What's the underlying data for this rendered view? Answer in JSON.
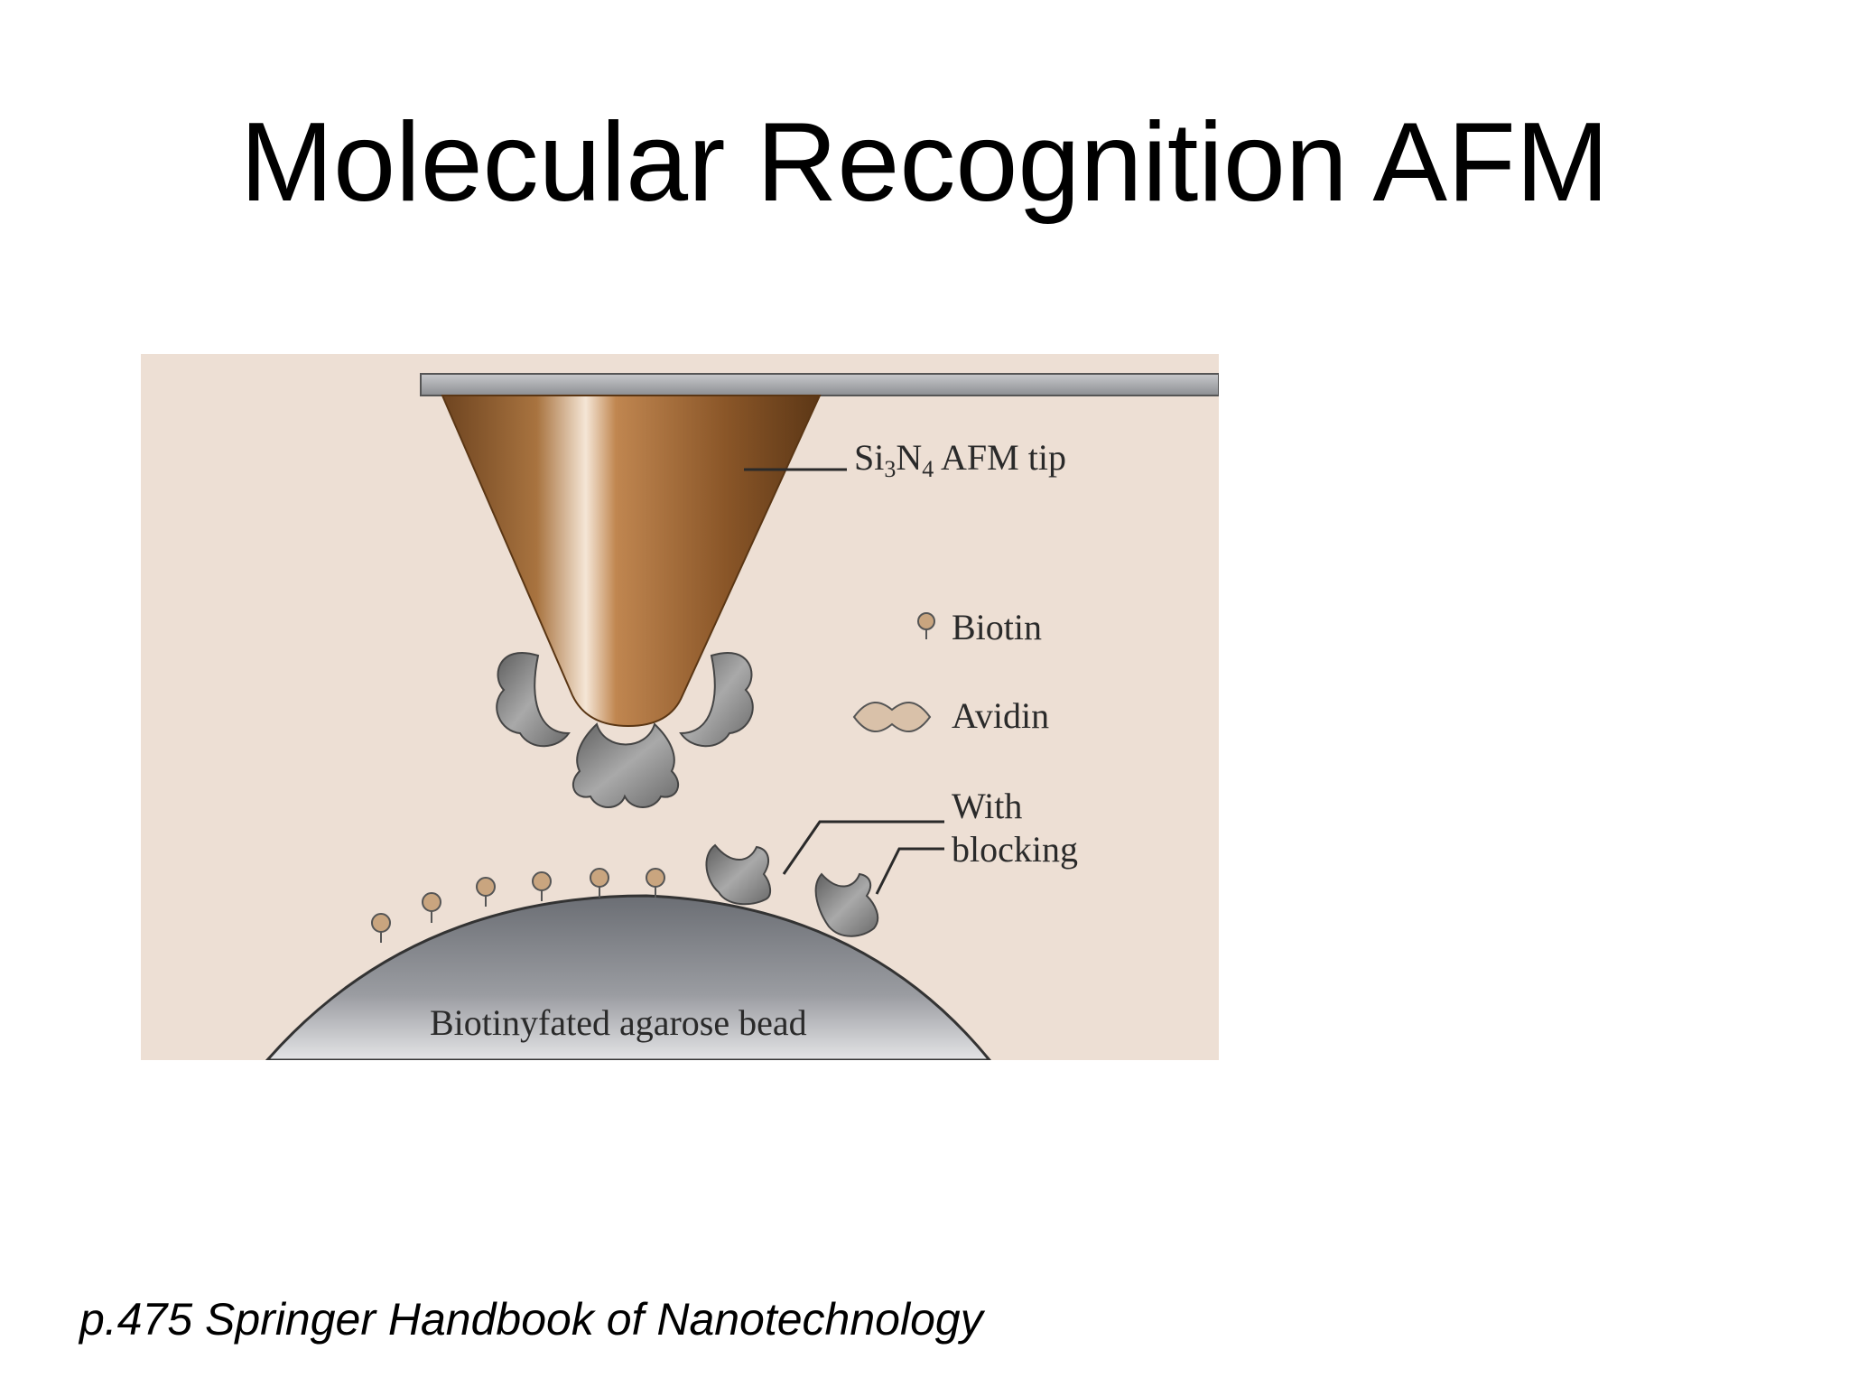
{
  "slide": {
    "title": "Molecular Recognition AFM",
    "source": "p.475 Springer Handbook of Nanotechnology"
  },
  "figure": {
    "tip_label_si": "Si",
    "tip_label_sub1": "3",
    "tip_label_n": "N",
    "tip_label_sub2": "4",
    "tip_label_rest": " AFM tip",
    "legend_biotin": "Biotin",
    "legend_avidin": "Avidin",
    "blocking_line1": "With",
    "blocking_line2": "blocking",
    "bead_label": "Biotinyfated agarose bead",
    "colors": {
      "background": "#eddfd4",
      "tip": "#8b5a2b",
      "avidin": "#8d8d8d",
      "biotin": "#c9a57f",
      "bead": "#7c7f85"
    }
  }
}
